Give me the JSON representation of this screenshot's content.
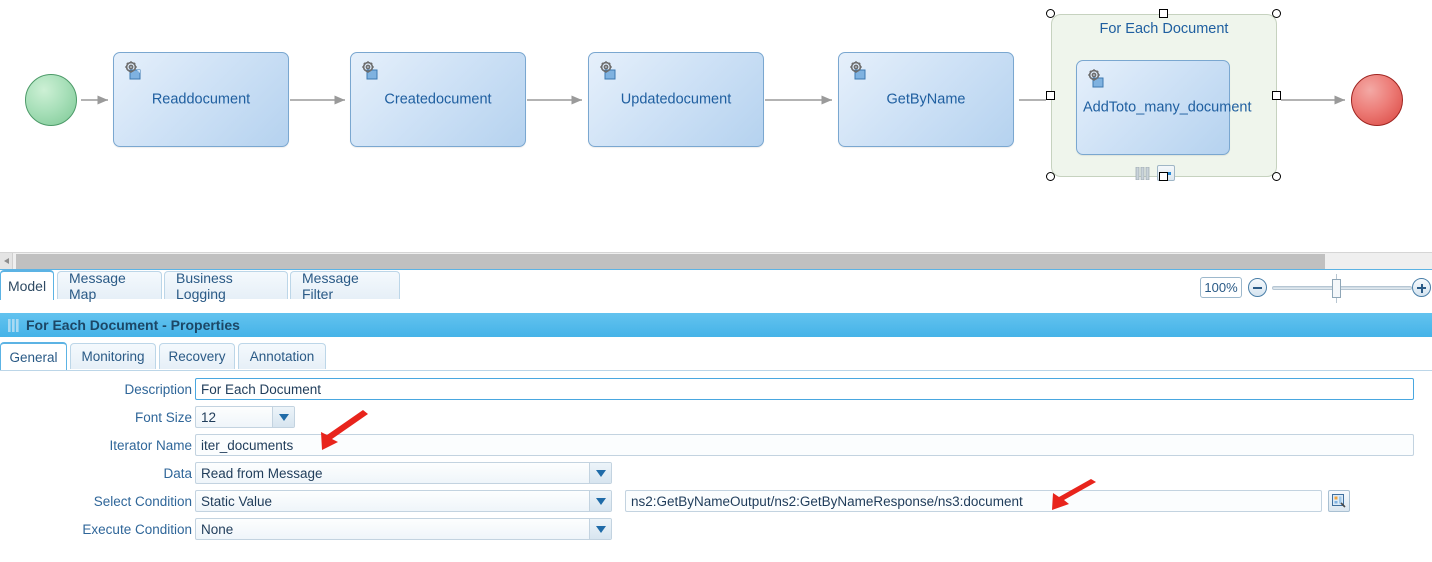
{
  "canvas": {
    "start_node": {
      "name": "start-event"
    },
    "end_node": {
      "name": "end-event"
    },
    "nodes": [
      {
        "label": "Readdocument",
        "icon": "gear-document-icon"
      },
      {
        "label": "Createdocument",
        "icon": "gear-document-icon"
      },
      {
        "label": "Updatedocument",
        "icon": "gear-document-icon"
      },
      {
        "label": "GetByName",
        "icon": "gear-document-icon"
      }
    ],
    "group": {
      "title": "For Each Document",
      "selected": true,
      "child_node": {
        "label": "AddToto_many_document",
        "icon": "gear-document-icon"
      },
      "loop_marker": "parallel-loop-icon",
      "collapse_label": "−"
    }
  },
  "editor_tabs": [
    {
      "label": "Model",
      "active": true
    },
    {
      "label": "Message Map",
      "active": false
    },
    {
      "label": "Business Logging",
      "active": false
    },
    {
      "label": "Message Filter",
      "active": false
    }
  ],
  "zoom": {
    "level": "100%",
    "minus_label": "−",
    "plus_label": "+"
  },
  "properties": {
    "title": "For Each Document - Properties",
    "tabs": [
      {
        "label": "General",
        "active": true
      },
      {
        "label": "Monitoring",
        "active": false
      },
      {
        "label": "Recovery",
        "active": false
      },
      {
        "label": "Annotation",
        "active": false
      }
    ],
    "fields": {
      "description": {
        "label": "Description",
        "value": "For Each Document"
      },
      "font_size": {
        "label": "Font Size",
        "value": "12"
      },
      "iterator_name": {
        "label": "Iterator Name",
        "value": "iter_documents"
      },
      "data": {
        "label": "Data",
        "value": "Read from Message"
      },
      "select_condition": {
        "label": "Select Condition",
        "value": "Static Value"
      },
      "execute_condition": {
        "label": "Execute Condition",
        "value": "None"
      },
      "xpath": {
        "value": "ns2:GetByNameOutput/ns2:GetByNameResponse/ns3:document",
        "browse_icon": "xpath-browse-icon"
      }
    }
  },
  "colors": {
    "accent": "#45b3e8",
    "label_blue": "#2f6699",
    "node_border": "#7aa7d0",
    "annotation_red": "#e8241c",
    "start_green": "#7cc894",
    "end_red": "#d9453f"
  }
}
